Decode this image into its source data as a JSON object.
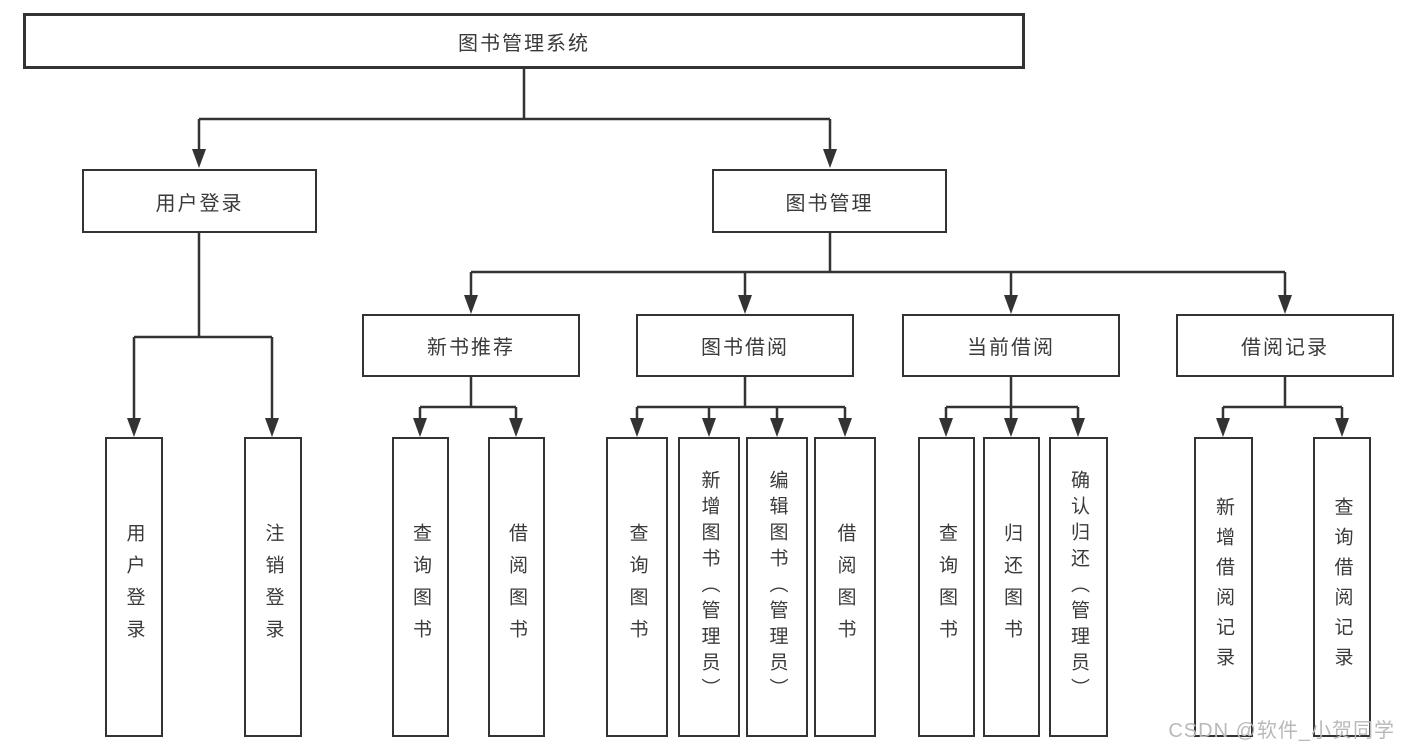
{
  "diagram": {
    "type": "hierarchy-tree",
    "tree": {
      "root": {
        "label": "图书管理系统"
      },
      "user_login": {
        "label": "用户登录",
        "children": [
          {
            "label": "用户登录"
          },
          {
            "label": "注销登录"
          }
        ]
      },
      "book_mgmt": {
        "label": "图书管理",
        "children": [
          {
            "label": "新书推荐",
            "children": [
              {
                "label": "查询图书"
              },
              {
                "label": "借阅图书"
              }
            ]
          },
          {
            "label": "图书借阅",
            "children": [
              {
                "label": "查询图书"
              },
              {
                "label": "新增图书（管理员）"
              },
              {
                "label": "编辑图书（管理员）"
              },
              {
                "label": "借阅图书"
              }
            ]
          },
          {
            "label": "当前借阅",
            "children": [
              {
                "label": "查询图书"
              },
              {
                "label": "归还图书"
              },
              {
                "label": "确认归还（管理员）"
              }
            ]
          },
          {
            "label": "借阅记录",
            "children": [
              {
                "label": "新增借阅记录"
              },
              {
                "label": "查询借阅记录"
              }
            ]
          }
        ]
      }
    },
    "colors": {
      "line": "#333333",
      "text": "#3a3a3a",
      "background": "#ffffff",
      "watermark": "#b9b9b9"
    }
  },
  "watermark": "CSDN @软件_小贺同学"
}
